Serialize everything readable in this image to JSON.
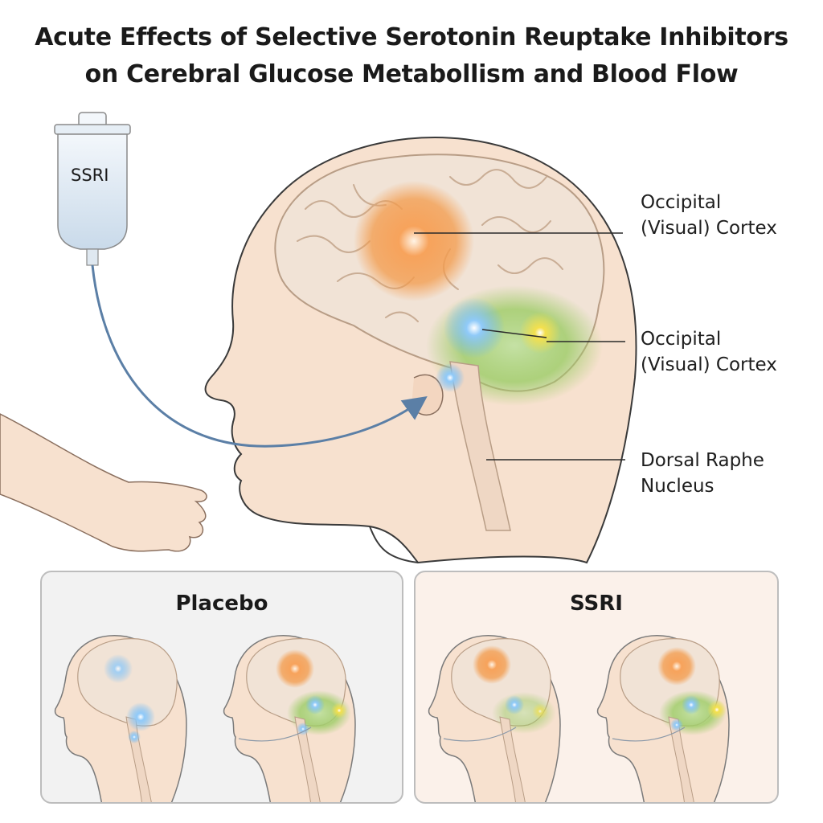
{
  "title": {
    "line1": "Acute Effects of Selective Serotonin Reuptake Inhibitors",
    "line2": "on Cerebral Glucose Metabollism and Blood Flow"
  },
  "iv_bag": {
    "label": "SSRI"
  },
  "labels": [
    {
      "line1": "Occipital",
      "line2": "(Visual) Cortex"
    },
    {
      "line1": "Occipital",
      "line2": "(Visual) Cortex"
    },
    {
      "line1": "Dorsal Raphe",
      "line2": "Nucleus"
    }
  ],
  "panels": {
    "left": {
      "title": "Placebo"
    },
    "right": {
      "title": "SSRI"
    }
  },
  "colors": {
    "skin": "#f7e1cf",
    "brain": "#f1e3d6",
    "orange_glow": "#f39a4a",
    "green_glow": "#9ccc65",
    "blue_glow": "#64b5f6",
    "yellow_glow": "#f4e04d",
    "tube": "#5b7fa6"
  }
}
